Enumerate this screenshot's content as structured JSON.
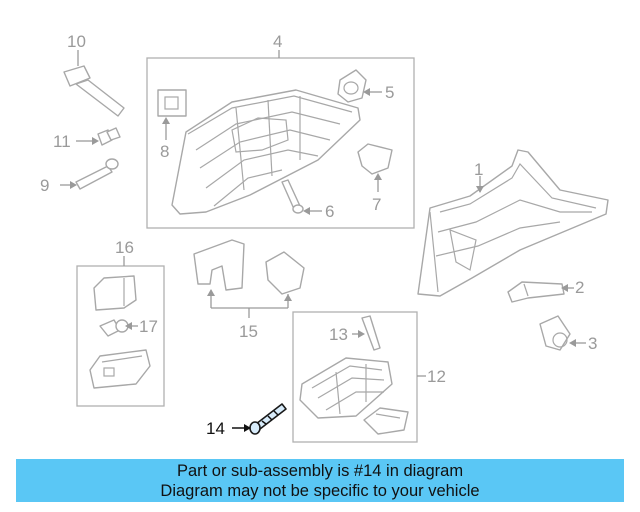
{
  "callouts": {
    "c1": "1",
    "c2": "2",
    "c3": "3",
    "c4": "4",
    "c5": "5",
    "c6": "6",
    "c7": "7",
    "c8": "8",
    "c9": "9",
    "c10": "10",
    "c11": "11",
    "c12": "12",
    "c13": "13",
    "c14": "14",
    "c15": "15",
    "c16": "16",
    "c17": "17"
  },
  "highlighted_part": "14",
  "banner": {
    "line1": "Part or sub-assembly is #14 in diagram",
    "line2": "Diagram may not be specific to your vehicle"
  },
  "colors": {
    "banner_bg": "#5ac7f5",
    "highlight_stroke": "#1a1a1a",
    "line_gray": "#a8a8a8"
  }
}
